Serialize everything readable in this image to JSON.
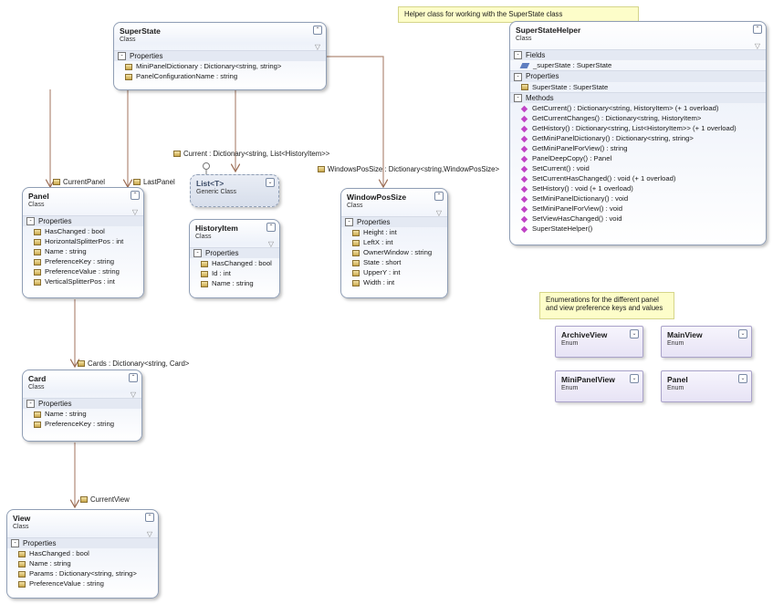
{
  "notes": {
    "helper": "Helper class for working with the SuperState class",
    "enums": "Enumerations for the different panel and view preference keys and values"
  },
  "section_labels": {
    "properties": "Properties",
    "fields": "Fields",
    "methods": "Methods",
    "collapse": "-"
  },
  "classes": {
    "superstate": {
      "name": "SuperState",
      "kind": "Class",
      "properties": [
        "MiniPanelDictionary : Dictionary<string, string>",
        "PanelConfigurationName : string"
      ]
    },
    "panel": {
      "name": "Panel",
      "kind": "Class",
      "properties": [
        "HasChanged : bool",
        "HorizontalSplitterPos : int",
        "Name : string",
        "PreferenceKey : string",
        "PreferenceValue : string",
        "VerticalSplitterPos : int"
      ]
    },
    "list": {
      "name": "List<T>",
      "kind": "Generic Class"
    },
    "historyitem": {
      "name": "HistoryItem",
      "kind": "Class",
      "properties": [
        "HasChanged : bool",
        "Id : int",
        "Name : string"
      ]
    },
    "windowpossize": {
      "name": "WindowPosSize",
      "kind": "Class",
      "properties": [
        "Height : int",
        "LeftX : int",
        "OwnerWindow : string",
        "State : short",
        "UpperY : int",
        "Width : int"
      ]
    },
    "card": {
      "name": "Card",
      "kind": "Class",
      "properties": [
        "Name : string",
        "PreferenceKey : string"
      ]
    },
    "view": {
      "name": "View",
      "kind": "Class",
      "properties": [
        "HasChanged : bool",
        "Name : string",
        "Params : Dictionary<string, string>",
        "PreferenceValue : string"
      ]
    },
    "helper": {
      "name": "SuperStateHelper",
      "kind": "Class",
      "fields": [
        "_superState : SuperState"
      ],
      "properties": [
        "SuperState : SuperState"
      ],
      "methods": [
        "GetCurrent() : Dictionary<string, HistoryItem> (+ 1 overload)",
        "GetCurrentChanges() : Dictionary<string, HistoryItem>",
        "GetHistory() : Dictionary<string, List<HistoryItem>> (+ 1 overload)",
        "GetMiniPanelDictionary() : Dictionary<string, string>",
        "GetMiniPanelForView() : string",
        "PanelDeepCopy() : Panel",
        "SetCurrent() : void",
        "SetCurrentHasChanged() : void (+ 1 overload)",
        "SetHistory() : void (+ 1 overload)",
        "SetMiniPanelDictionary() : void",
        "SetMiniPanelForView() : void",
        "SetViewHasChanged() : void",
        "SuperStateHelper()"
      ]
    }
  },
  "enums": [
    {
      "name": "ArchiveView",
      "kind": "Enum"
    },
    {
      "name": "MainView",
      "kind": "Enum"
    },
    {
      "name": "MiniPanelView",
      "kind": "Enum"
    },
    {
      "name": "Panel",
      "kind": "Enum"
    }
  ],
  "associations": {
    "current": "Current : Dictionary<string, List<HistoryItem>>",
    "current_panel": "CurrentPanel",
    "last_panel": "LastPanel",
    "windows_pos_size": "WindowsPosSize : Dictionary<string,WindowPosSize>",
    "cards": "Cards : Dictionary<string, Card>",
    "current_view": "CurrentView"
  }
}
